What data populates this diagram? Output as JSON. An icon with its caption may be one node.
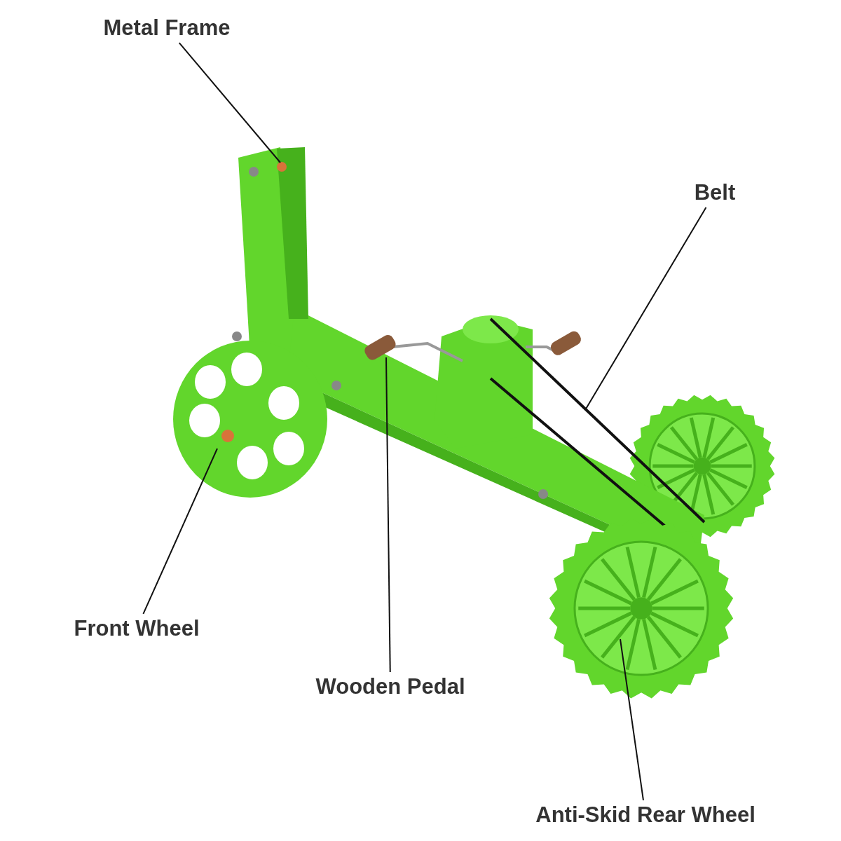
{
  "diagram": {
    "nodes": [
      {
        "text": [
          "Metal Frame"
        ]
      },
      {
        "text": [
          "Belt"
        ]
      },
      {
        "text": [
          "Front Wheel"
        ]
      },
      {
        "text": [
          "Wooden Pedal"
        ]
      },
      {
        "text": [
          "Anti-Skid Rear Wheel"
        ]
      }
    ],
    "edges": [
      {
        "from": 0,
        "to": null,
        "arrow": "none"
      },
      {
        "from": 1,
        "to": null,
        "arrow": "none"
      },
      {
        "from": 2,
        "to": null,
        "arrow": "none"
      },
      {
        "from": 3,
        "to": null,
        "arrow": "none"
      },
      {
        "from": 4,
        "to": null,
        "arrow": "none"
      }
    ]
  }
}
